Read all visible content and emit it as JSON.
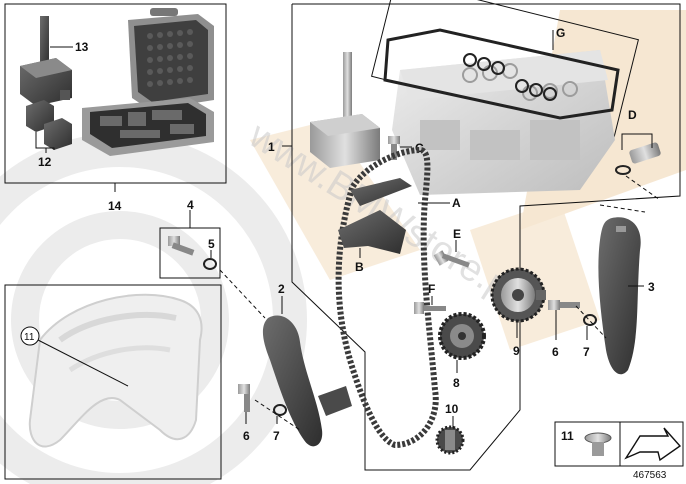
{
  "callouts": {
    "c1": "1",
    "c2": "2",
    "c3": "3",
    "c4": "4",
    "c5": "5",
    "c6a": "6",
    "c6b": "6",
    "c7a": "7",
    "c7b": "7",
    "c8": "8",
    "c9": "9",
    "c10": "10",
    "c11a": "11",
    "c11b": "11",
    "c12": "12",
    "c13": "13",
    "c14": "14",
    "cA": "A",
    "cB": "B",
    "cC": "C",
    "cD": "D",
    "cE": "E",
    "cF": "F",
    "cG": "G"
  },
  "watermark": "www.BMWstore.pl",
  "diagram_number": "467563",
  "colors": {
    "line": "#111111",
    "part_dark": "#3a3a3a",
    "part_mid": "#7a7a7a",
    "part_light": "#c8c8c8",
    "engine": "#d8d8d8",
    "background_ring": "#e9e9e9",
    "accent_band": "#f3dfc4"
  }
}
